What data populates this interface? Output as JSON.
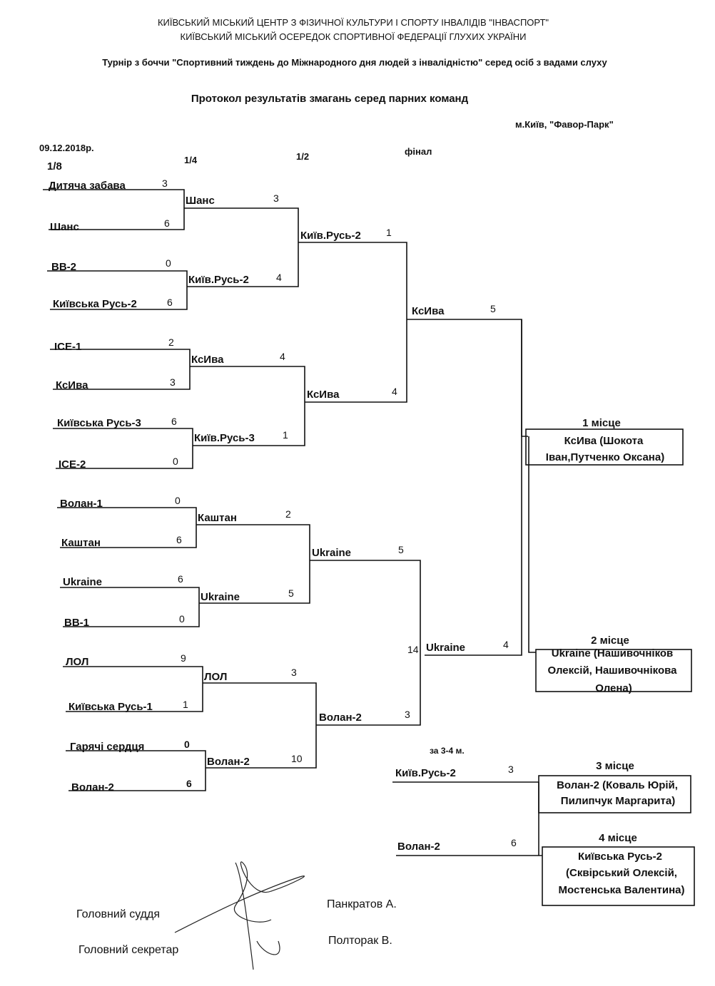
{
  "header": {
    "org1": "КИЇВСЬКИЙ МІСЬКИЙ ЦЕНТР З ФІЗИЧНОЇ КУЛЬТУРИ І СПОРТУ ІНВАЛІДІВ \"ІНВАСПОРТ\"",
    "org2": "КИЇВСЬКИЙ МІСЬКИЙ ОСЕРЕДОК СПОРТИВНОЇ ФЕДЕРАЦІЇ ГЛУХИХ УКРАЇНИ",
    "tournament": "Турнір з боччи  \"Спортивний тиждень до Міжнародного дня людей з інвалідністю\" серед осіб з вадами слуху",
    "protocol": "Протокол результатів змагань серед парних команд",
    "location": "м.Київ, \"Фавор-Парк\"",
    "date": "09.12.2018р."
  },
  "rounds": {
    "r16": "1/8",
    "qf": "1/4",
    "sf": "1/2",
    "final": "фінал",
    "third": "за 3-4 м."
  },
  "r16": [
    {
      "team": "Дитяча забава",
      "score": "3"
    },
    {
      "team": "Шанс",
      "score": "6"
    },
    {
      "team": "ВВ-2",
      "score": "0"
    },
    {
      "team": "Київська Русь-2",
      "score": "6"
    },
    {
      "team": "ICE-1",
      "score": "2"
    },
    {
      "team": "КсИва",
      "score": "3"
    },
    {
      "team": "Київська Русь-3",
      "score": "6"
    },
    {
      "team": "ICE-2",
      "score": "0"
    },
    {
      "team": "Волан-1",
      "score": "0"
    },
    {
      "team": "Каштан",
      "score": "6"
    },
    {
      "team": "Ukraine",
      "score": "6"
    },
    {
      "team": "ВВ-1",
      "score": "0"
    },
    {
      "team": "ЛОЛ",
      "score": "9"
    },
    {
      "team": "Київська Русь-1",
      "score": "1"
    },
    {
      "team": "Гарячі сердця",
      "score": "0"
    },
    {
      "team": "Волан-2",
      "score": "6"
    }
  ],
  "qf": [
    {
      "team": "Шанс",
      "score": "3"
    },
    {
      "team": "Київ.Русь-2",
      "score": "4"
    },
    {
      "team": "КсИва",
      "score": "4"
    },
    {
      "team": "Київ.Русь-3",
      "score": "1"
    },
    {
      "team": "Каштан",
      "score": "2"
    },
    {
      "team": "Ukraine",
      "score": "5"
    },
    {
      "team": "ЛОЛ",
      "score": "3"
    },
    {
      "team": "Волан-2",
      "score": "10"
    }
  ],
  "sf": [
    {
      "team": "Київ.Русь-2",
      "score": "1"
    },
    {
      "team": "КсИва",
      "score": "4"
    },
    {
      "team": "Ukraine",
      "score": "5"
    },
    {
      "team": "Волан-2",
      "score": "3"
    }
  ],
  "final": [
    {
      "team": "КсИва",
      "score": "5"
    },
    {
      "team": "Ukraine",
      "score": "4",
      "prefix": "14"
    }
  ],
  "third_place_match": [
    {
      "team": "Київ.Русь-2",
      "score": "3"
    },
    {
      "team": "Волан-2",
      "score": "6"
    }
  ],
  "places": [
    {
      "label": "1 місце",
      "line1": "КсИва (Шокота",
      "line2": "Іван,Путченко Оксана)",
      "line3": ""
    },
    {
      "label": "2 місце",
      "line1": "Ukraine (Нашивочніков",
      "line2": "Олексій, Нашивочнікова",
      "line3": "Олена)"
    },
    {
      "label": "3 місце",
      "line1": "Волан-2 (Коваль Юрій,",
      "line2": "Пилипчук Маргарита)",
      "line3": ""
    },
    {
      "label": "4 місце",
      "line1": "Київська Русь-2",
      "line2": "(Сквірський Олексій,",
      "line3": "Мостенська Валентина)"
    }
  ],
  "signatures": {
    "judge_label": "Головний суддя",
    "judge_name": "Панкратов А.",
    "secretary_label": "Головний секретар",
    "secretary_name": "Полторак В."
  }
}
